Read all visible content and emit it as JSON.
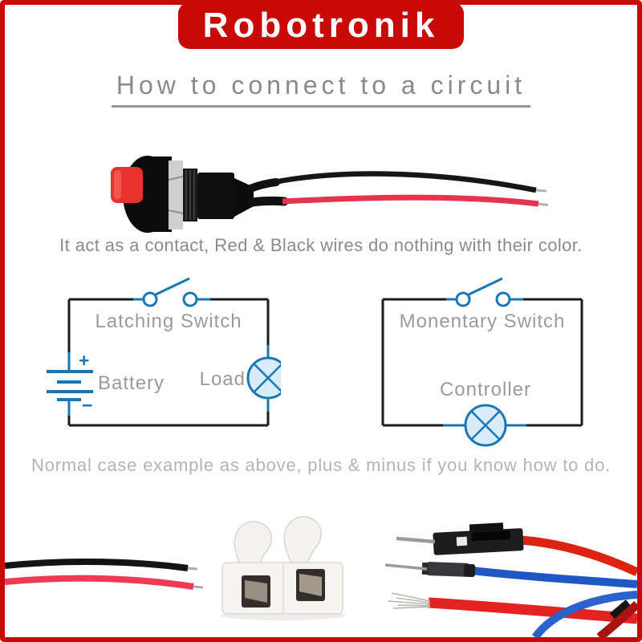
{
  "banner": {
    "brand": "Robotronik"
  },
  "title": {
    "text": "How to connect to a circuit"
  },
  "notes": {
    "contact": "It act as a contact, Red & Black wires do nothing with their color.",
    "normal_case": "Normal case example as above, plus & minus if you know how to do."
  },
  "diagrams": {
    "left": {
      "switch_label": "Latching Switch",
      "battery_label": "Battery",
      "load_label": "Load",
      "battery_plus": "+",
      "battery_minus": "−"
    },
    "right": {
      "switch_label": "Monentary Switch",
      "controller_label": "Controller"
    }
  },
  "colors": {
    "brand_red": "#c90808",
    "circuit_blue": "#1878b5",
    "circuit_black": "#1c1c1c",
    "lamp_fill": "#d9ecf8",
    "wire_red": "#e5344e",
    "wire_black": "#161616",
    "jumper_red": "#dc2212",
    "jumper_blue": "#1f58c4",
    "title_gray": "#8a8a8a",
    "label_gray": "#9b9b9b",
    "note_light_gray": "#b4b4b4"
  }
}
